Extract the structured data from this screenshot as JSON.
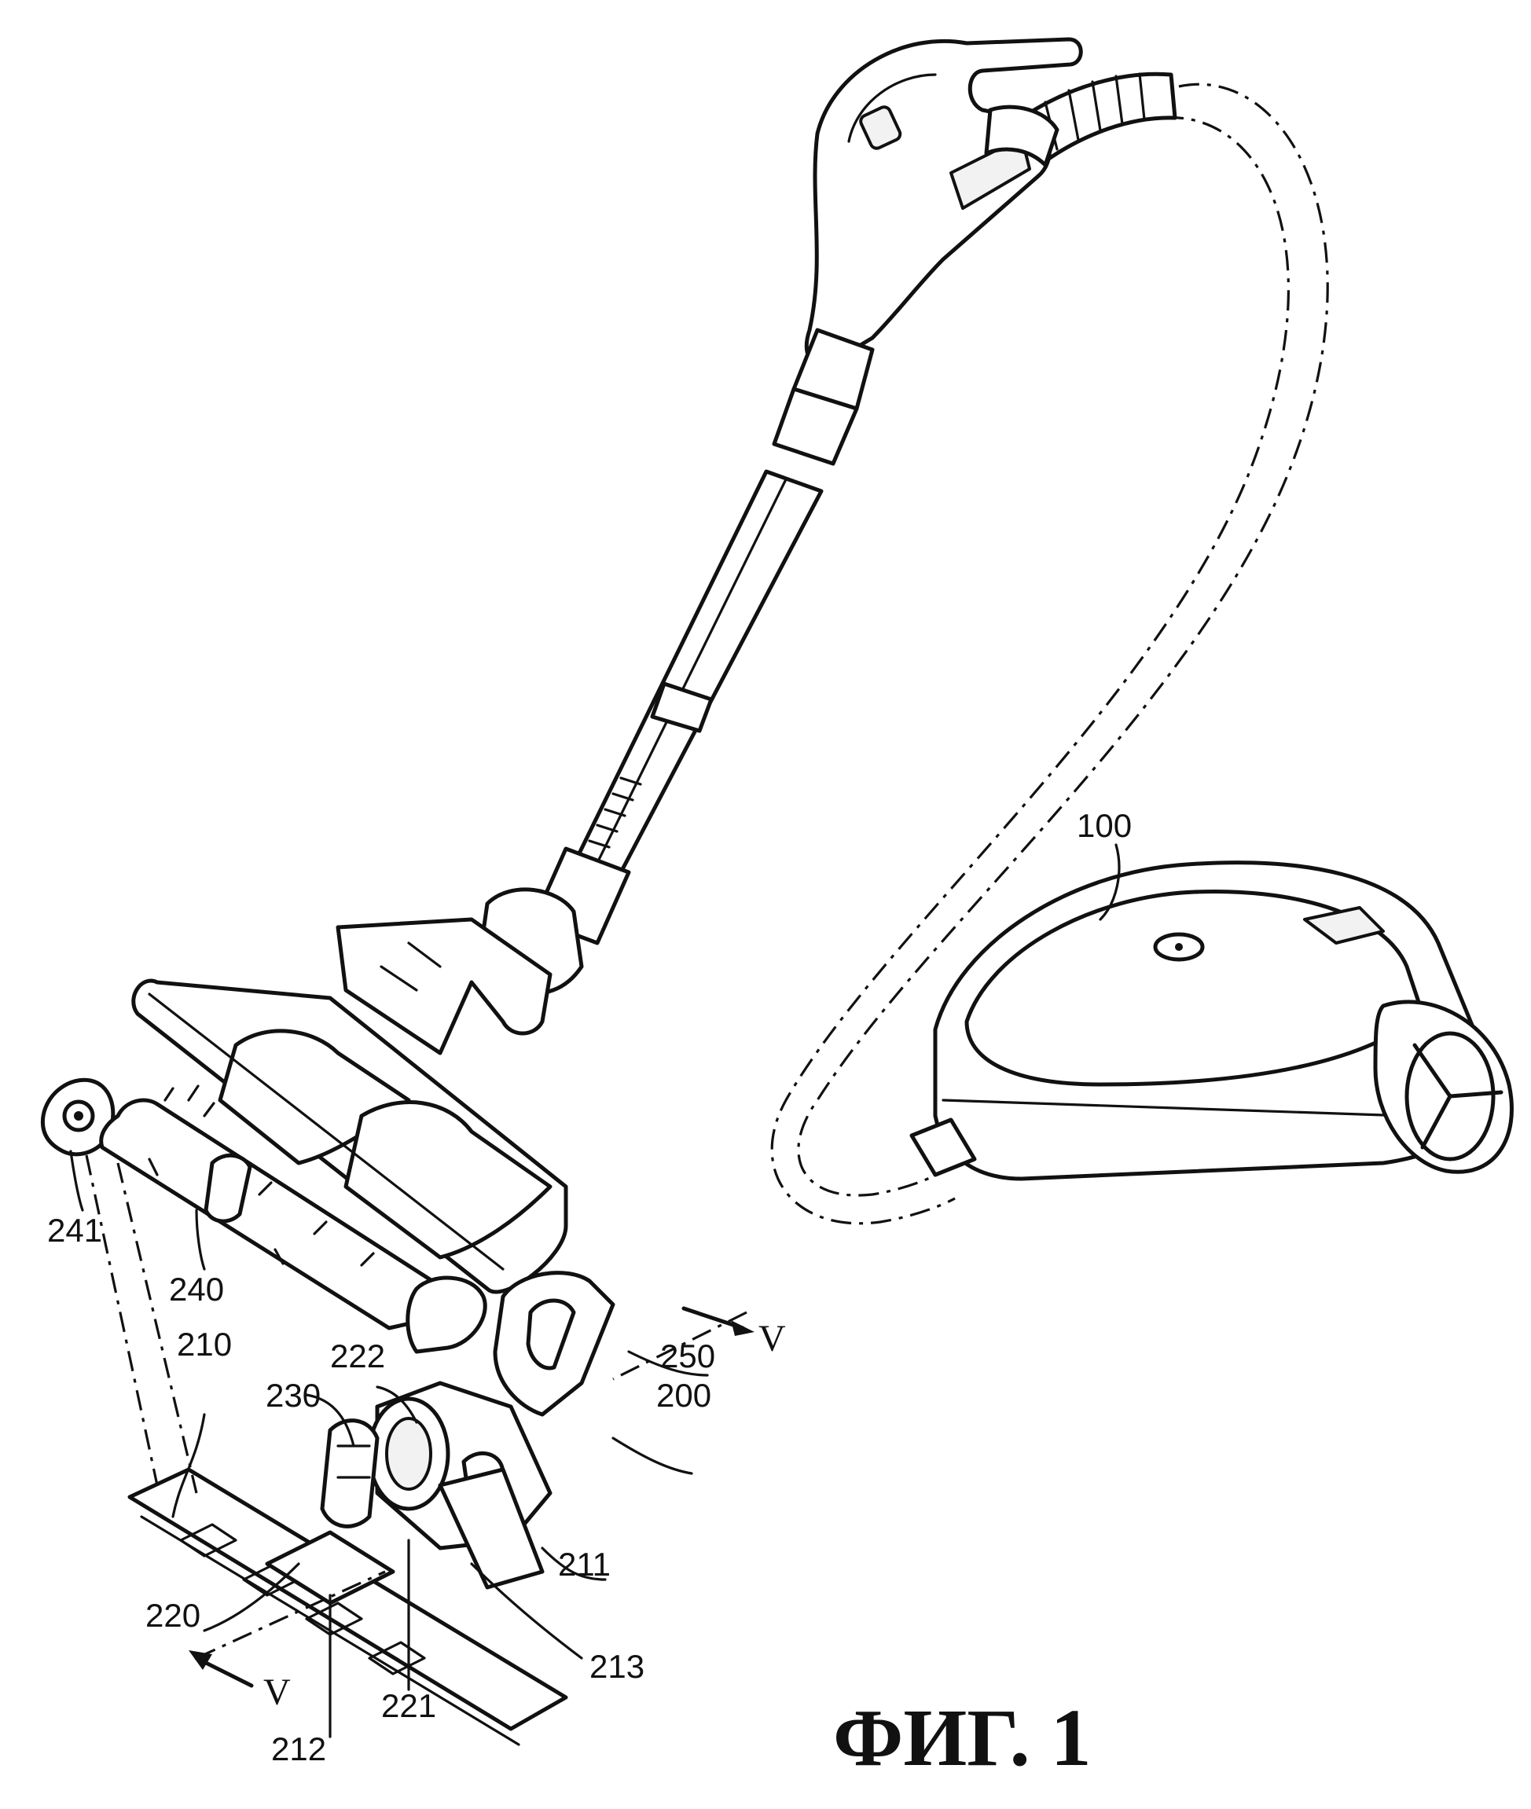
{
  "figure": {
    "caption": "ФИГ. 1",
    "section_marker": "V"
  },
  "labels": {
    "body": "100",
    "nozzle": "200",
    "lower_casing": "210",
    "casing_part_211": "211",
    "casing_part_212": "212",
    "casing_part_213": "213",
    "turbine_220": "220",
    "turbine_part_221": "221",
    "turbine_part_222": "222",
    "belt": "230",
    "brush": "240",
    "brush_cap": "241",
    "upper_casing": "250"
  }
}
